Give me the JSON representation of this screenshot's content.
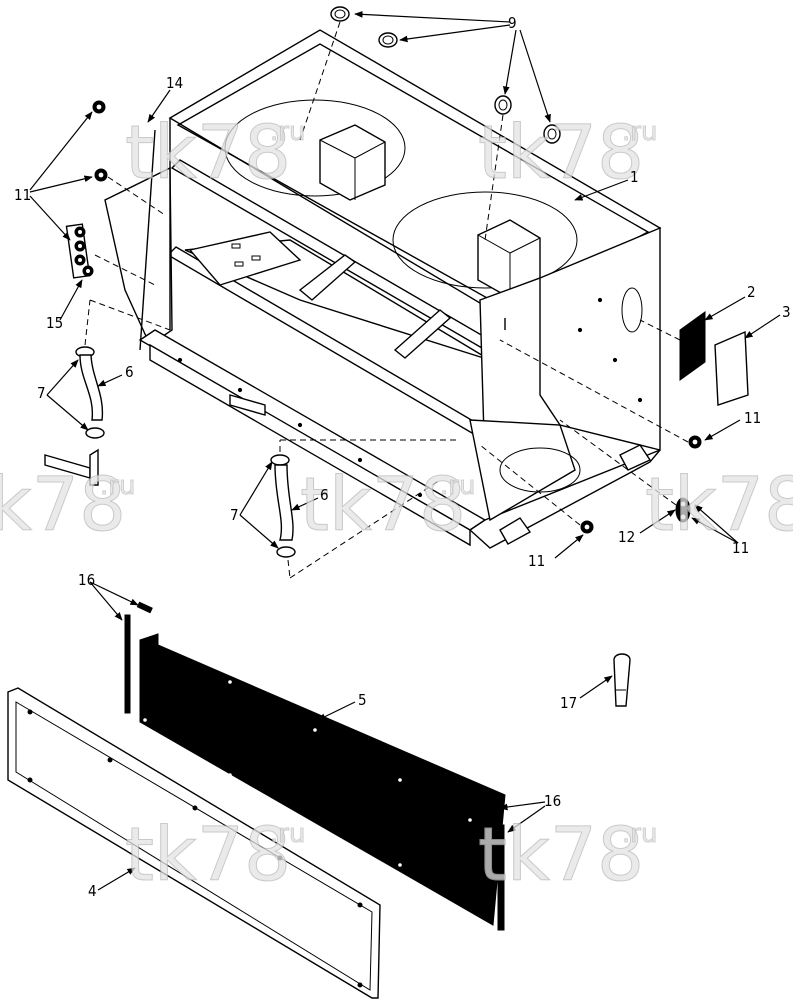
{
  "watermark": {
    "text": "tk78",
    "suffix": ".ru"
  },
  "callouts": {
    "c1": "1",
    "c2": "2",
    "c3": "3",
    "c4": "4",
    "c5": "5",
    "c6a": "6",
    "c6b": "6",
    "c7a": "7",
    "c7b": "7",
    "c9": "9",
    "c11a": "11",
    "c11b": "11",
    "c11c": "11",
    "c11d": "11",
    "c12": "12",
    "c14": "14",
    "c15": "15",
    "c16a": "16",
    "c16b": "16",
    "c17": "17"
  }
}
